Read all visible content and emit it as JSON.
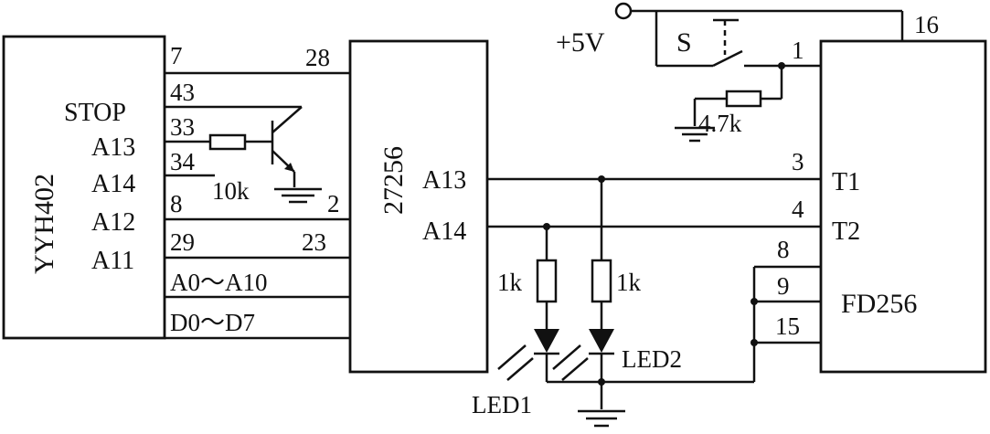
{
  "components": {
    "yyh402": {
      "name": "YYH402",
      "labels": [
        "STOP",
        "A13",
        "A14",
        "A12",
        "A11"
      ],
      "pins": [
        "7",
        "43",
        "33",
        "34",
        "8",
        "29"
      ]
    },
    "eprom": {
      "name": "27256",
      "labels": [
        "A13",
        "A14"
      ],
      "pins": [
        "28",
        "2",
        "23"
      ]
    },
    "fd256": {
      "name": "FD256",
      "labels": [
        "T1",
        "T2"
      ],
      "pins": [
        "16",
        "1",
        "3",
        "4",
        "8",
        "9",
        "15"
      ]
    }
  },
  "buses": {
    "address": "A0～A10",
    "data": "D0～D7"
  },
  "power": {
    "label": "+5V"
  },
  "switch": {
    "label": "S"
  },
  "resistors": {
    "base": "10k",
    "pullup": "4.7k",
    "led1": "1k",
    "led2": "1k"
  },
  "leds": {
    "led1": "LED1",
    "led2": "LED2"
  }
}
